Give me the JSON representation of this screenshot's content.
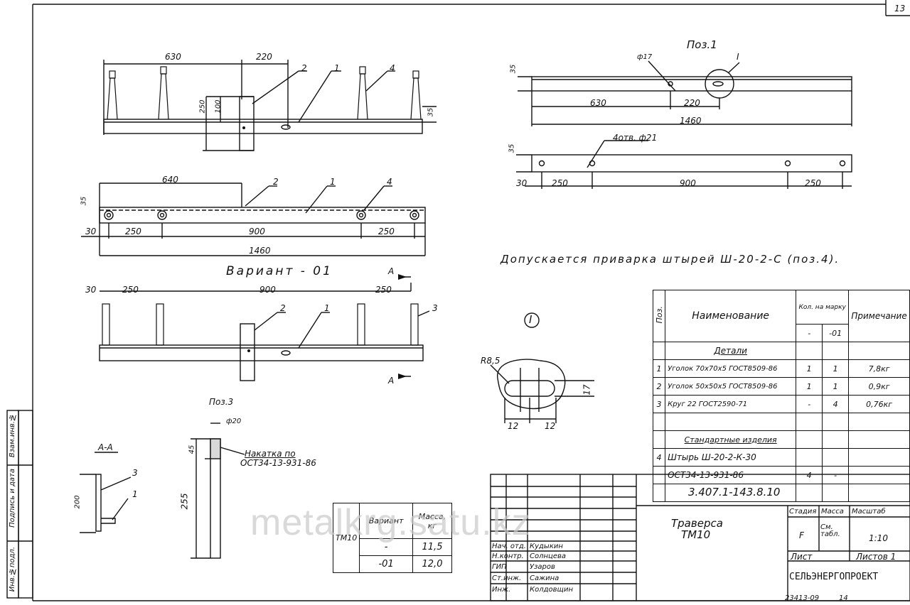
{
  "sheet": {
    "page_number": "13",
    "code": "3.407.1-143.8.10",
    "name_line1": "Траверса",
    "name_line2": "ТМ10",
    "org": "СЕЛЬЭНЕРГОПРОЕКТ",
    "stage_header": "Стадия",
    "mass_header": "Масса",
    "scale_header": "Масштаб",
    "stage": "F",
    "mass_value": "См. табл.",
    "scale": "1:10",
    "sheet_label": "Лист",
    "sheets_label": "Листов 1",
    "bottom_code": "23413-09",
    "bottom_page": "14",
    "watermark": "metalkrg.satu.kz"
  },
  "signatures": [
    {
      "role": "Нач. отд.",
      "name": "Кудыкин"
    },
    {
      "role": "Н.контр.",
      "name": "Солнцева"
    },
    {
      "role": "ГИП",
      "name": "Узаров"
    },
    {
      "role": "Ст.инж.",
      "name": "Сажина"
    },
    {
      "role": "Инж.",
      "name": "Колдовщин"
    }
  ],
  "side_stamp": {
    "inv": "Инв.№подл.",
    "sign": "Подпись и дата",
    "vzam": "Взам.инв.№"
  },
  "views": {
    "variant_title": "Вариант - 01",
    "poz1_title": "Поз.1",
    "poz3_title": "Поз.3",
    "section_title": "А-А",
    "section_mark": "А",
    "detail_mark": "I",
    "note": "Допускается приварка штырей Ш-20-2-С (поз.4).",
    "knurl_note_line1": "Накатка по",
    "knurl_note_line2": "ОСТ34-13-931-86",
    "holes_note": "4отв. ф21",
    "dia17": "ф17",
    "dia20": "ф20",
    "radius": "R8,5"
  },
  "dims": {
    "d630": "630",
    "d220": "220",
    "d250": "250",
    "d100": "100",
    "d35": "35",
    "d640": "640",
    "d30": "30",
    "d900": "900",
    "d1460": "1460",
    "d12": "12",
    "d17": "17",
    "d45": "45",
    "d255": "255",
    "d200": "200",
    "p1": "1",
    "p2": "2",
    "p3": "3",
    "p4": "4"
  },
  "spec": {
    "col_pos": "Поз.",
    "col_name": "Наименование",
    "col_qty": "Кол. на марку",
    "col_qty_a": "-",
    "col_qty_b": "-01",
    "col_note": "Примечание",
    "section_parts": "Детали",
    "section_std": "Стандартные изделия",
    "rows": [
      {
        "pos": "1",
        "name": "Уголок 70х70х5 ГОСТ8509-86",
        "q1": "1",
        "q2": "1",
        "note": "7,8кг"
      },
      {
        "pos": "2",
        "name": "Уголок 50х50х5 ГОСТ8509-86",
        "q1": "1",
        "q2": "1",
        "note": "0,9кг"
      },
      {
        "pos": "3",
        "name": "Круг 22 ГОСТ2590-71",
        "q1": "-",
        "q2": "4",
        "note": "0,76кг"
      }
    ],
    "std_row": {
      "pos": "4",
      "name": "Штырь Ш-20-2-К-30",
      "name2": "ОСТ34-13-931-86",
      "q1": "4",
      "q2": "-"
    }
  },
  "variants_table": {
    "mark": "ТМ10",
    "col_variant": "Вариант",
    "col_mass": "Масса, кг",
    "rows": [
      {
        "variant": "-",
        "mass": "11,5"
      },
      {
        "variant": "-01",
        "mass": "12,0"
      }
    ]
  }
}
